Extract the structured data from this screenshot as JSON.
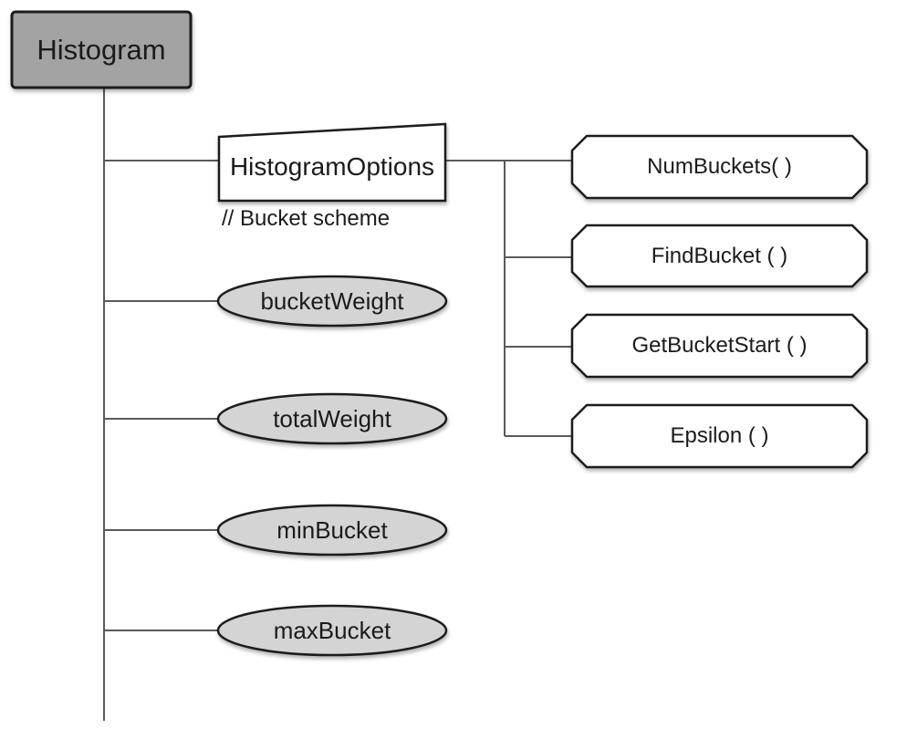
{
  "diagram": {
    "root": {
      "label": "Histogram"
    },
    "options": {
      "label": "HistogramOptions",
      "comment": "// Bucket scheme"
    },
    "fields": [
      {
        "label": "bucketWeight"
      },
      {
        "label": "totalWeight"
      },
      {
        "label": "minBucket"
      },
      {
        "label": "maxBucket"
      }
    ],
    "methods": [
      {
        "label": "NumBuckets( )"
      },
      {
        "label": "FindBucket ( )"
      },
      {
        "label": "GetBucketStart ( )"
      },
      {
        "label": "Epsilon ( )"
      }
    ],
    "colors": {
      "root_fill": "#a3a3a3",
      "field_fill": "#d4d4d4",
      "method_fill": "#ffffff",
      "stroke": "#1c1c1c",
      "connector": "#5a5a5a",
      "background": "#ffffff"
    }
  }
}
